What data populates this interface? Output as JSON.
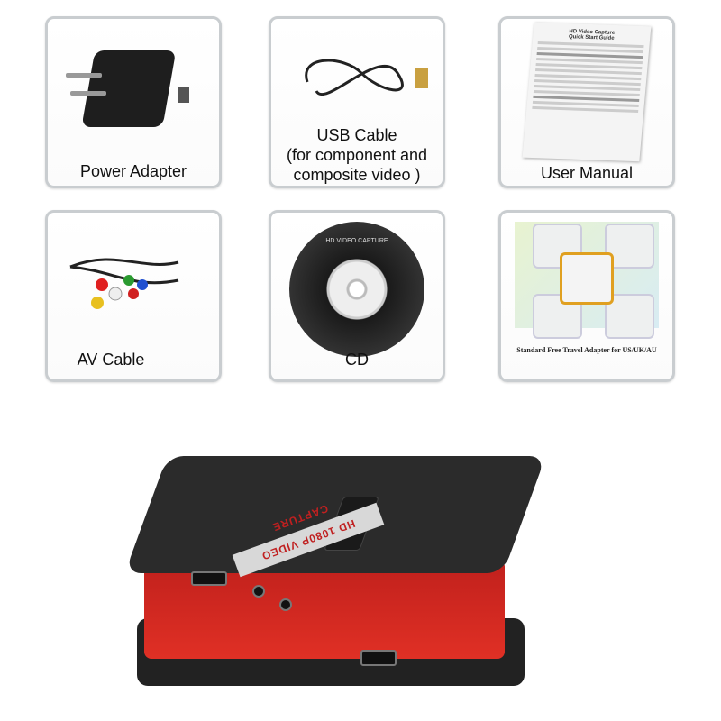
{
  "items": [
    {
      "label": "Power Adapter"
    },
    {
      "label": "USB Cable\n(for component and\ncomposite video )",
      "lines": [
        "USB Cable",
        "(for component and",
        "composite video )"
      ]
    },
    {
      "label": "User Manual",
      "manual_title": "HD Video Capture",
      "manual_subtitle": "Quick Start Guide"
    },
    {
      "label": "AV Cable"
    },
    {
      "label": "CD",
      "disc_text": "HD VIDEO CAPTURE"
    },
    {
      "caption": "Standard Free Travel Adapter for US/UK/AU"
    }
  ],
  "device": {
    "label": "HD 1080P VIDEO CAPTURE"
  }
}
